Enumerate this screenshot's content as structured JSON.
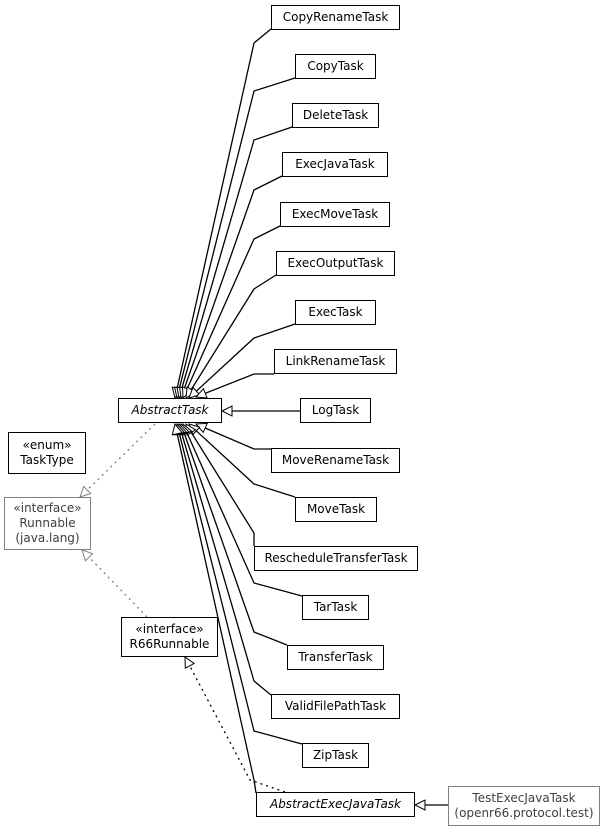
{
  "nodes": {
    "CopyRenameTask": {
      "label": "CopyRenameTask"
    },
    "CopyTask": {
      "label": "CopyTask"
    },
    "DeleteTask": {
      "label": "DeleteTask"
    },
    "ExecJavaTask": {
      "label": "ExecJavaTask"
    },
    "ExecMoveTask": {
      "label": "ExecMoveTask"
    },
    "ExecOutputTask": {
      "label": "ExecOutputTask"
    },
    "ExecTask": {
      "label": "ExecTask"
    },
    "LinkRenameTask": {
      "label": "LinkRenameTask"
    },
    "LogTask": {
      "label": "LogTask"
    },
    "MoveRenameTask": {
      "label": "MoveRenameTask"
    },
    "MoveTask": {
      "label": "MoveTask"
    },
    "RescheduleTransferTask": {
      "label": "RescheduleTransferTask"
    },
    "TarTask": {
      "label": "TarTask"
    },
    "TransferTask": {
      "label": "TransferTask"
    },
    "ValidFilePathTask": {
      "label": "ValidFilePathTask"
    },
    "ZipTask": {
      "label": "ZipTask"
    },
    "AbstractTask": {
      "label": "AbstractTask"
    },
    "TaskType": {
      "stereotype": "«enum»",
      "label": "TaskType"
    },
    "Runnable": {
      "stereotype": "«interface»",
      "label": "Runnable",
      "package": "(java.lang)"
    },
    "R66Runnable": {
      "stereotype": "«interface»",
      "label": "R66Runnable"
    },
    "AbstractExecJavaTask": {
      "label": "AbstractExecJavaTask"
    },
    "TestExecJavaTask": {
      "label": "TestExecJavaTask",
      "package": "(openr66.protocol.test)"
    }
  },
  "edges": [
    {
      "from": "CopyRenameTask",
      "to": "AbstractTask",
      "kind": "extends"
    },
    {
      "from": "CopyTask",
      "to": "AbstractTask",
      "kind": "extends"
    },
    {
      "from": "DeleteTask",
      "to": "AbstractTask",
      "kind": "extends"
    },
    {
      "from": "ExecJavaTask",
      "to": "AbstractTask",
      "kind": "extends"
    },
    {
      "from": "ExecMoveTask",
      "to": "AbstractTask",
      "kind": "extends"
    },
    {
      "from": "ExecOutputTask",
      "to": "AbstractTask",
      "kind": "extends"
    },
    {
      "from": "ExecTask",
      "to": "AbstractTask",
      "kind": "extends"
    },
    {
      "from": "LinkRenameTask",
      "to": "AbstractTask",
      "kind": "extends"
    },
    {
      "from": "LogTask",
      "to": "AbstractTask",
      "kind": "extends"
    },
    {
      "from": "MoveRenameTask",
      "to": "AbstractTask",
      "kind": "extends"
    },
    {
      "from": "MoveTask",
      "to": "AbstractTask",
      "kind": "extends"
    },
    {
      "from": "RescheduleTransferTask",
      "to": "AbstractTask",
      "kind": "extends"
    },
    {
      "from": "TarTask",
      "to": "AbstractTask",
      "kind": "extends"
    },
    {
      "from": "TransferTask",
      "to": "AbstractTask",
      "kind": "extends"
    },
    {
      "from": "ValidFilePathTask",
      "to": "AbstractTask",
      "kind": "extends"
    },
    {
      "from": "ZipTask",
      "to": "AbstractTask",
      "kind": "extends"
    },
    {
      "from": "AbstractExecJavaTask",
      "to": "AbstractTask",
      "kind": "extends"
    },
    {
      "from": "AbstractTask",
      "to": "Runnable",
      "kind": "implements"
    },
    {
      "from": "R66Runnable",
      "to": "Runnable",
      "kind": "implements"
    },
    {
      "from": "AbstractExecJavaTask",
      "to": "R66Runnable",
      "kind": "implements"
    },
    {
      "from": "TestExecJavaTask",
      "to": "AbstractExecJavaTask",
      "kind": "extends"
    }
  ],
  "colors": {
    "line": "#000000",
    "external": "#808080"
  }
}
